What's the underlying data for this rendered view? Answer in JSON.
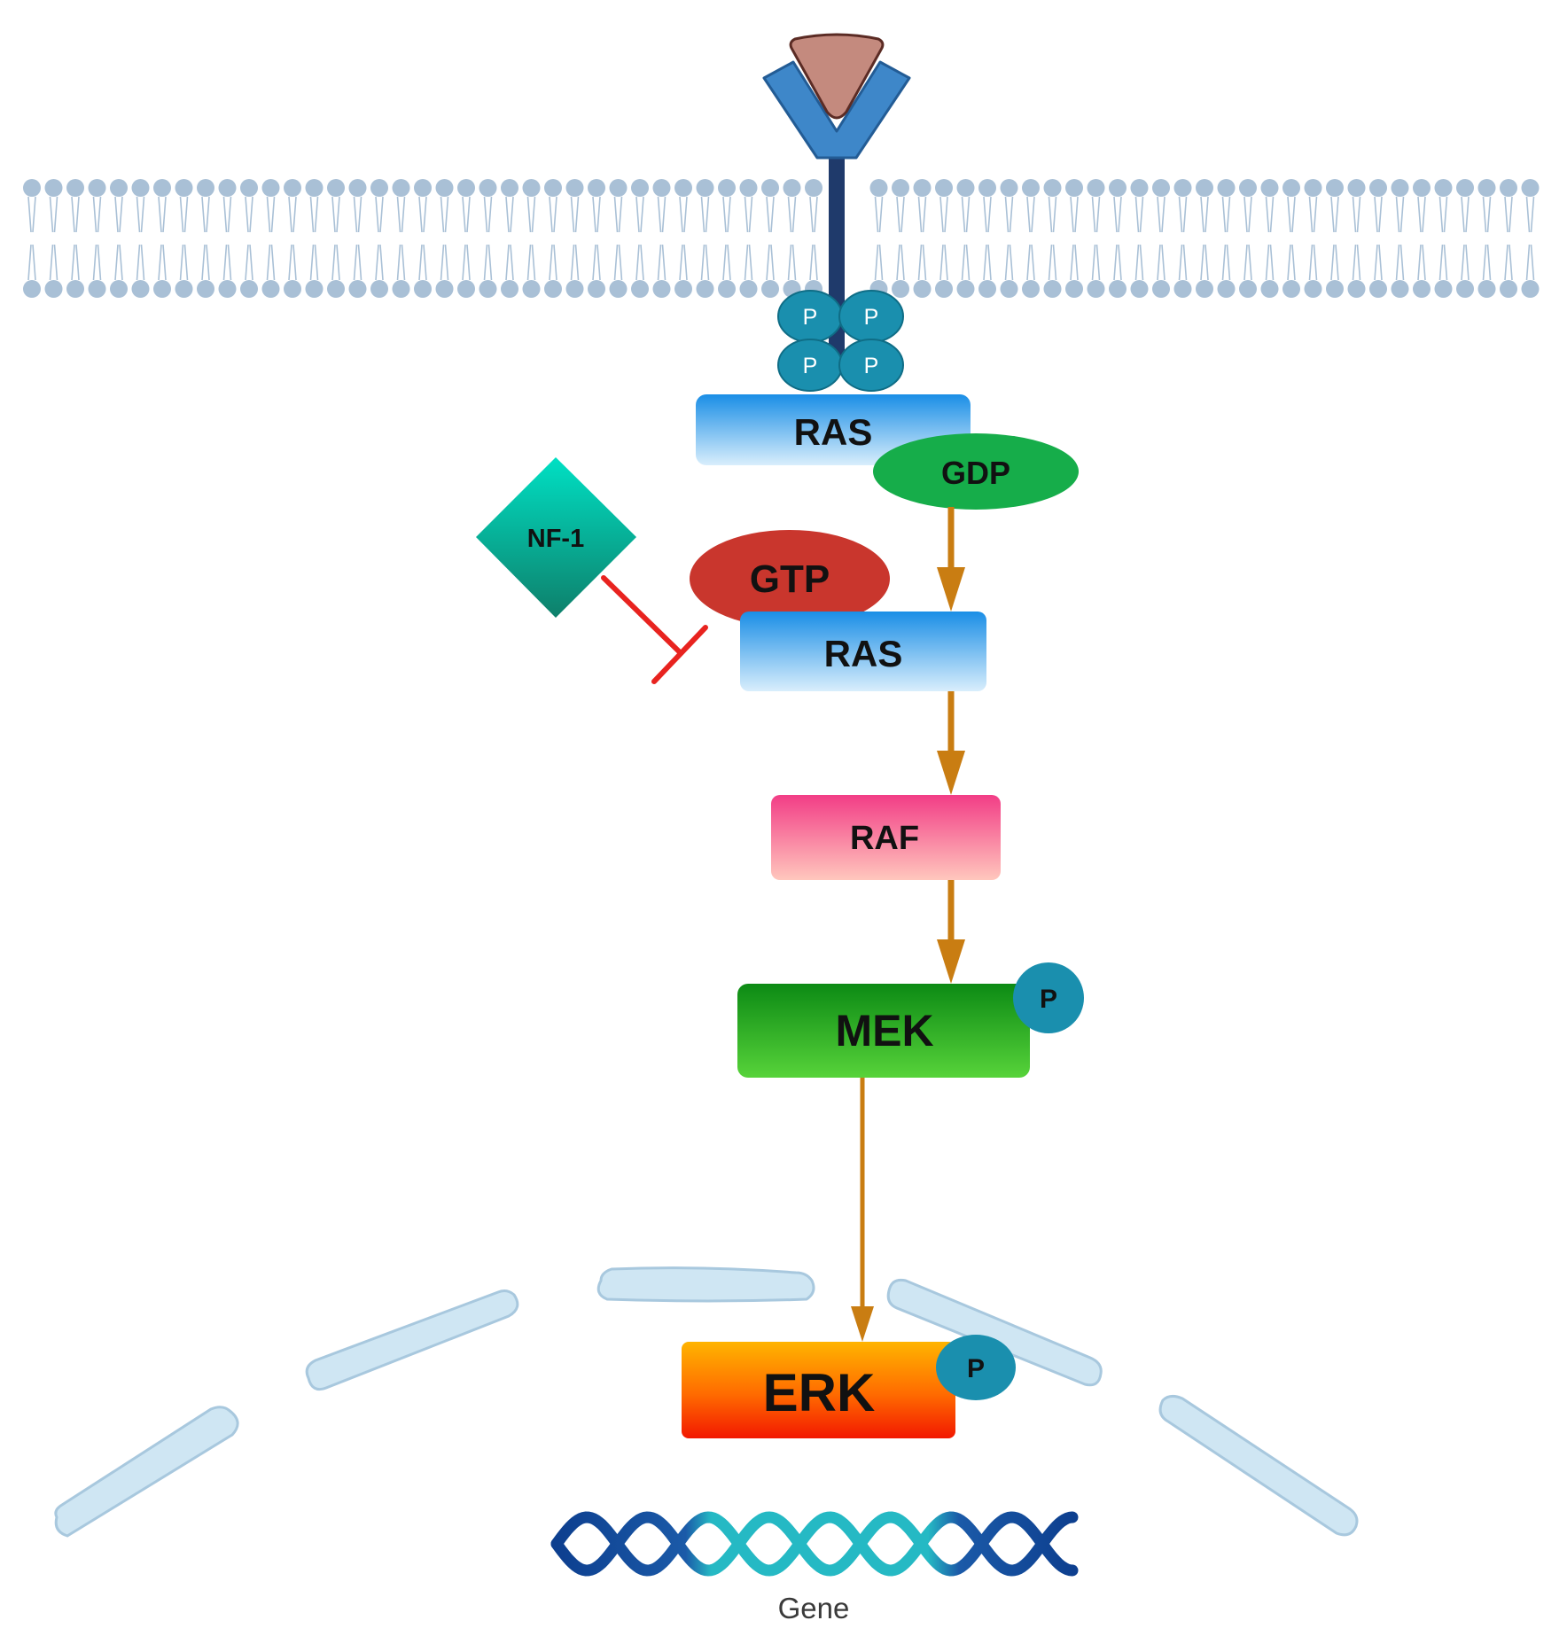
{
  "nodes": {
    "ras_inactive": "RAS",
    "gdp": "GDP",
    "nf1": "NF-1",
    "gtp": "GTP",
    "ras_active": "RAS",
    "raf": "RAF",
    "mek": "MEK",
    "erk": "ERK",
    "phospho": "P",
    "gene": "Gene"
  },
  "colors": {
    "arrow": "#c97d12",
    "inhibit": "#e8231f",
    "receptor": "#3e87c9",
    "ligand": "#c48a7e",
    "membrane_head": "#a9c0d6",
    "phospho": "#1a8fae",
    "ras": "#1e90e6",
    "gdp": "#16ad4a",
    "gtp": "#c9362d",
    "nf1": "#12a38f",
    "raf": "#f04e8c",
    "mek": "#1c9c24",
    "erk": "#ff7a00",
    "nucleus": "#cfe6f3"
  },
  "edges": [
    {
      "from": "gdp",
      "to": "ras_active",
      "type": "activation"
    },
    {
      "from": "ras_active",
      "to": "raf",
      "type": "activation"
    },
    {
      "from": "raf",
      "to": "mek",
      "type": "activation"
    },
    {
      "from": "mek",
      "to": "erk",
      "type": "activation"
    },
    {
      "from": "nf1",
      "to": "ras_active",
      "type": "inhibition"
    }
  ]
}
